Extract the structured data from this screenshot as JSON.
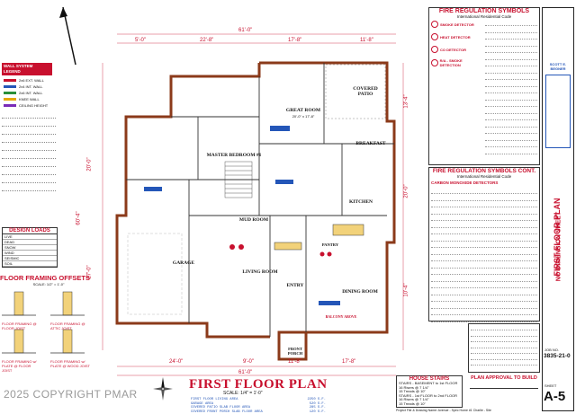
{
  "legend": {
    "title": "WALL SYSTEM LEGEND",
    "items": [
      {
        "label": "2x6 EXT. WALL",
        "color": "#c8102e"
      },
      {
        "label": "2x4 INT. WALL",
        "color": "#2456b8"
      },
      {
        "label": "2x6 INT. WALL",
        "color": "#2a8f3a"
      },
      {
        "label": "KNEE WALL",
        "color": "#e6a800"
      },
      {
        "label": "CEILING HEIGHT",
        "color": "#7a2bb8"
      }
    ]
  },
  "design_loads": {
    "title": "DESIGN LOADS",
    "rows": [
      "LIVE",
      "DEAD",
      "SNOW",
      "WIND",
      "SEISMIC",
      "SOIL"
    ]
  },
  "floor_framing": {
    "title": "FLOOR FRAMING OFFSETS",
    "scale": "SCALE: 1/2\" = 1'-0\"",
    "labels": [
      "FLOOR FRAMING @ FLOOR JOIST",
      "FLOOR FRAMING @ ATTIC JOIST",
      "FLOOR FRAMING w/ PLATE @ FLOOR JOIST",
      "FLOOR FRAMING w/ PLATE @ WOOD JOIST"
    ]
  },
  "copyright": "2025 COPYRIGHT PMAR",
  "plan": {
    "dims_top": [
      "5'-0\"",
      "22'-8\"",
      "17'-8\"",
      "11'-8\""
    ],
    "dim_overall_top": "61'-0\"",
    "dims_bottom": [
      "24'-0\"",
      "9'-0\"",
      "11'-8\"",
      "17'-8\""
    ],
    "dim_overall_bottom": "61'-0\"",
    "dims_left": [
      "20'-0\"",
      "27'-0\""
    ],
    "dim_overall_left": "60'-4\"",
    "dims_right": [
      "13'-4\"",
      "20'-0\"",
      "10'-4\""
    ],
    "rooms": [
      {
        "name": "GREAT ROOM",
        "sub": "20'-0\" x 17'-8\""
      },
      {
        "name": "COVERED PATIO",
        "sub": ""
      },
      {
        "name": "BREAKFAST",
        "sub": ""
      },
      {
        "name": "MASTER BEDROOM #1",
        "sub": ""
      },
      {
        "name": "KITCHEN",
        "sub": ""
      },
      {
        "name": "GARAGE",
        "sub": ""
      },
      {
        "name": "MUD ROOM",
        "sub": ""
      },
      {
        "name": "LIVING ROOM",
        "sub": ""
      },
      {
        "name": "ENTRY",
        "sub": ""
      },
      {
        "name": "DINING ROOM",
        "sub": ""
      },
      {
        "name": "FRONT PORCH",
        "sub": ""
      },
      {
        "name": "PANTRY",
        "sub": ""
      },
      {
        "name": "BALCONY ABOVE",
        "sub": ""
      }
    ]
  },
  "title_block": {
    "main": "FIRST FLOOR PLAN",
    "scale": "SCALE: 1/4\" = 1'-0\"",
    "areas": [
      {
        "label": "FIRST FLOOR LIVING AREA",
        "value": "2250 S.F."
      },
      {
        "label": "GARAGE AREA",
        "value": "520 S.F."
      },
      {
        "label": "COVERED PATIO SLAB FLOOR AREA",
        "value": "285 S.F."
      },
      {
        "label": "COVERED FRONT PORCH SLAB FLOOR AREA",
        "value": "120 S.F."
      }
    ]
  },
  "house_stairs": {
    "title": "HOUSE STAIRS",
    "lines": [
      "STAIRS - BASEMENT to 1st FLOOR",
      "16 Risers @ 7 1/4\"",
      "15 Treads @ 10\"",
      "STAIRS - 1st FLOOR to 2nd FLOOR",
      "16 Risers @ 7 1/4\"",
      "15 Treads @ 10\""
    ]
  },
  "fire_reg": {
    "title": "FIRE REGULATION SYMBOLS",
    "subtitle": "International Residential Code",
    "items": [
      "SMOKE DETECTOR",
      "HEAT DETECTOR",
      "CO DETECTOR",
      "R/A - SMOKE DETECTION"
    ]
  },
  "fire_reg_cont": {
    "title": "FIRE REGULATION SYMBOLS CONT.",
    "subtitle": "International Residential Code",
    "items": [
      "CARBON MONOXIDE DETECTORS"
    ]
  },
  "approval": "PLAN APPROVAL TO BUILD",
  "right_panel": {
    "label_vertical": "FIRST FLOOR PLAN",
    "label_vertical2": "NO DIMENSION SHEET",
    "firm": "SCOTT E. BEGNER",
    "job_no_label": "JOB NO.",
    "job_no": "3835-21-0",
    "sheet_label": "SHEET",
    "sheet": "A-5"
  },
  "footer": "Project File & Drawing Name: Avenue - Spec Home #1 Charlie - Site"
}
